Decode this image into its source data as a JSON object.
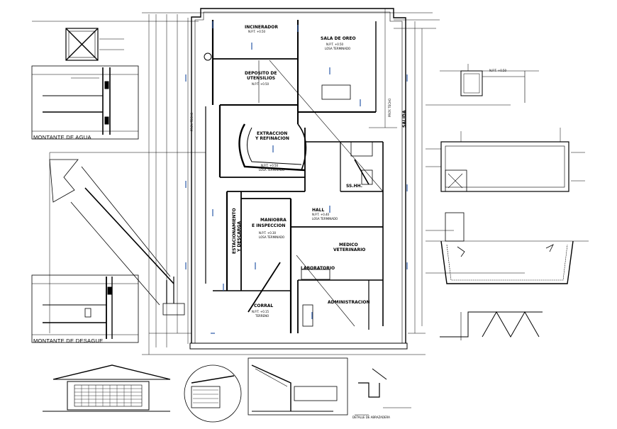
{
  "rooms": {
    "incinerador": "INCINERADOR",
    "incinerador_npt": "N.P.T. +0.50",
    "sala_oreo": "SALA DE OREO",
    "sala_oreo_npt": "N.P.T. +0.50",
    "sala_oreo_note": "LOSA TERMINADO",
    "deposito_1": "DEPOSITO DE",
    "deposito_2": "UTENSILIOS",
    "deposito_npt": "N.P.T. +0.50",
    "extraccion_1": "EXTRACCION",
    "extraccion_2": "Y REFINACION",
    "extraccion_npt": "N.P.T. +0.50",
    "extraccion_note": "LOSA TERMINADO",
    "ss": "SS.HH.",
    "hall": "HALL",
    "hall_npt": "N.P.T. +0.40",
    "hall_note": "LOSA TERMINADO",
    "maniobra_1": "MANIOBRA",
    "maniobra_2": "E INSPECCION",
    "maniobra_npt": "N.P.T. +0.30",
    "maniobra_note": "LOSA TERMINADO",
    "medico_1": "MEDICO",
    "medico_2": "VETERINARIO",
    "laboratorio": "LABORATORIO",
    "administracion": "ADMINISTRACION",
    "corral": "CORRAL",
    "corral_npt": "N.P.T. +0.15",
    "corral_note": "TERRENO",
    "estacionamiento_1": "ESTACIONAMIENTO",
    "estacionamiento_2": "Y DESCARGA",
    "proy_techo_left": "PROY. TECHO",
    "proy_techo_right": "PROY. TECHO",
    "salida": "SALIDA",
    "npt_top_right": "N.P.T. +0.50"
  },
  "details": {
    "montante_agua": "MONTANTE DE AGUA",
    "montante_desague": "MONTANTE DE DESAGUE",
    "detalle_abrazadera": "DETALLE DE ABRAZADERA"
  }
}
